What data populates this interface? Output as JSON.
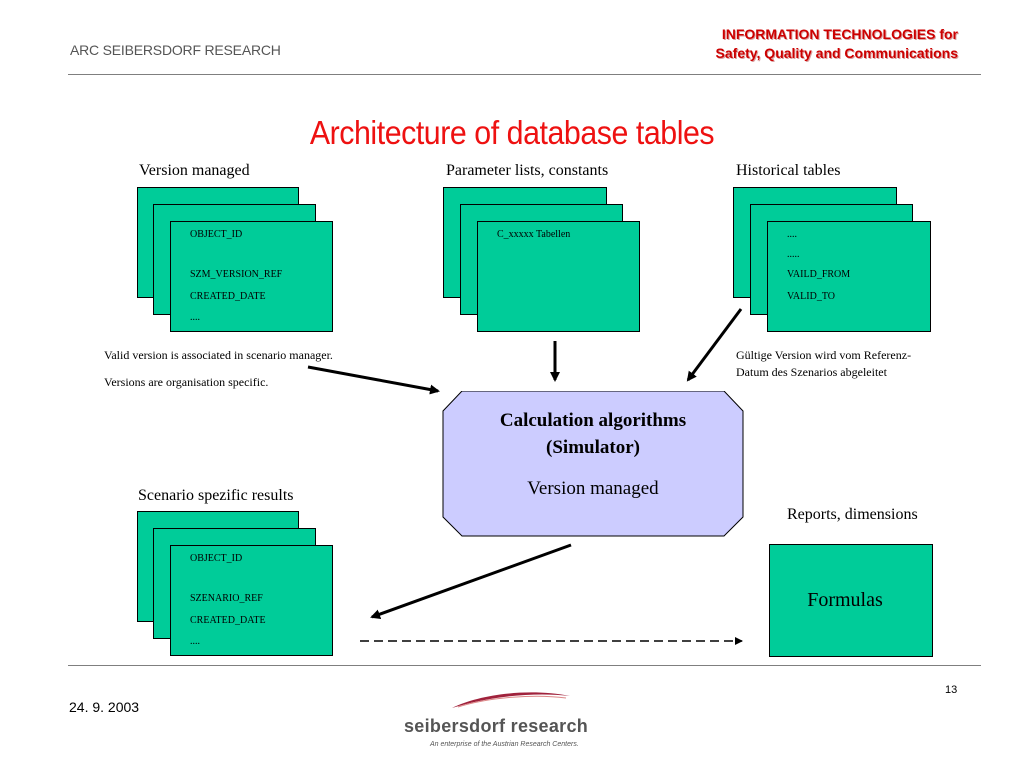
{
  "header": {
    "org": "ARC SEIBERSDORF RESEARCH",
    "division_line1": "INFORMATION TECHNOLOGIES for",
    "division_line2": "Safety, Quality and Communications"
  },
  "title": "Architecture of database tables",
  "groups": {
    "version_managed": {
      "label": "Version managed",
      "rows": [
        "OBJECT_ID",
        "",
        "SZM_VERSION_REF",
        "CREATED_DATE",
        "...."
      ],
      "note_line1": "Valid version is associated in scenario manager.",
      "note_line2": "Versions are organisation specific."
    },
    "parameter_lists": {
      "label": "Parameter lists, constants",
      "rows": [
        "C_xxxxx Tabellen"
      ]
    },
    "historical": {
      "label": "Historical tables",
      "rows": [
        "....",
        ".....",
        "VAILD_FROM",
        "VALID_TO"
      ],
      "note_line1": "Gültige Version wird vom Referenz-",
      "note_line2": "Datum des Szenarios abgeleitet"
    },
    "scenario_results": {
      "label": "Scenario spezific results",
      "rows": [
        "OBJECT_ID",
        "",
        "SZENARIO_REF",
        "CREATED_DATE",
        "...."
      ]
    },
    "reports": {
      "label": "Reports, dimensions",
      "box_text": "Formulas"
    }
  },
  "simulator": {
    "line1": "Calculation algorithms",
    "line2": "(Simulator)",
    "line3": "Version managed"
  },
  "footer": {
    "date": "24. 9. 2003",
    "page_number": "13",
    "logo_text": "seibersdorf research",
    "logo_tagline": "An enterprise of the Austrian Research Centers."
  },
  "colors": {
    "header_red": "#cc0000",
    "title_red": "#ee1111",
    "card_green": "#00cc99",
    "simulator_fill": "#ccccff",
    "logo_swoosh": "#a0223c"
  }
}
